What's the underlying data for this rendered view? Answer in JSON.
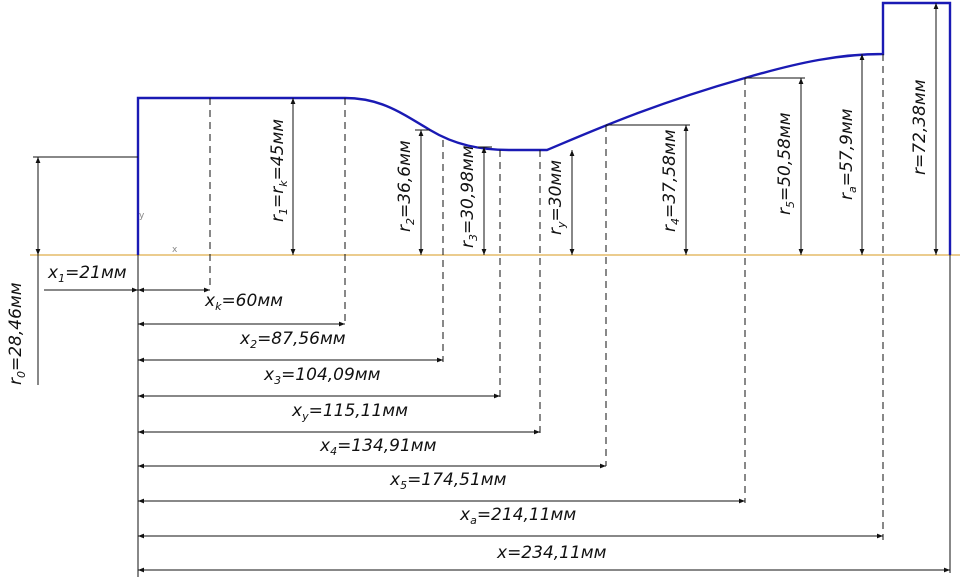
{
  "drawing": {
    "profile_color": "#1a1ab4",
    "axis_color": "#d79a1e",
    "line_color": "#111111",
    "axis_marker_label": "x",
    "vertical_dimensions": [
      {
        "key": "r0",
        "main": "r",
        "sub": "0",
        "rest": "=28,46мм"
      },
      {
        "key": "r1",
        "main": "r",
        "sub": "1",
        "rest": "=r",
        "sub2": "k",
        "rest2": "=45мм"
      },
      {
        "key": "r2",
        "main": "r",
        "sub": "2",
        "rest": "=36,6мм"
      },
      {
        "key": "r3",
        "main": "r",
        "sub": "3",
        "rest": "=30,98мм"
      },
      {
        "key": "ry",
        "main": "r",
        "sub": "y",
        "rest": "=30мм"
      },
      {
        "key": "r4",
        "main": "r",
        "sub": "4",
        "rest": "=37,58мм"
      },
      {
        "key": "r5",
        "main": "r",
        "sub": "5",
        "rest": "=50,58мм"
      },
      {
        "key": "ra",
        "main": "r",
        "sub": "a",
        "rest": "=57,9мм"
      },
      {
        "key": "r",
        "main": "r",
        "sub": "",
        "rest": "=72,38мм"
      }
    ],
    "horizontal_dimensions": [
      {
        "key": "x1",
        "main": "x",
        "sub": "1",
        "rest": "=21мм"
      },
      {
        "key": "xk",
        "main": "x",
        "sub": "k",
        "rest": "=60мм"
      },
      {
        "key": "x2",
        "main": "x",
        "sub": "2",
        "rest": "=87,56мм"
      },
      {
        "key": "x3",
        "main": "x",
        "sub": "3",
        "rest": "=104,09мм"
      },
      {
        "key": "xy",
        "main": "x",
        "sub": "y",
        "rest": "=115,11мм"
      },
      {
        "key": "x4",
        "main": "x",
        "sub": "4",
        "rest": "=134,91мм"
      },
      {
        "key": "x5",
        "main": "x",
        "sub": "5",
        "rest": "=174,51мм"
      },
      {
        "key": "xa",
        "main": "x",
        "sub": "a",
        "rest": "=214,11мм"
      },
      {
        "key": "x",
        "main": "x",
        "sub": "",
        "rest": "=234,11мм"
      }
    ]
  }
}
